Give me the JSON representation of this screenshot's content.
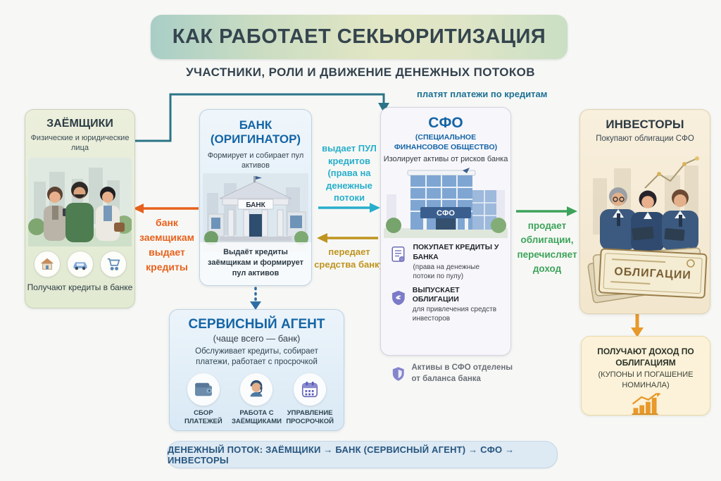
{
  "header": {
    "title": "КАК РАБОТАЕТ СЕКЬЮРИТИЗАЦИЯ",
    "subtitle": "УЧАСТНИКИ, РОЛИ И ДВИЖЕНИЕ ДЕНЕЖНЫХ ПОТОКОВ"
  },
  "borrowers": {
    "title": "ЗАЁМЩИКИ",
    "subtitle": "Физические и юридические лица",
    "caption": "Получают кредиты в банке"
  },
  "bank": {
    "title": "БАНК",
    "title2": "(ОРИГИНАТОР)",
    "subtitle": "Формирует и собирает пул активов",
    "building_sign": "БАНК",
    "caption": "Выдаёт кредиты заёмщикам и формирует пул активов"
  },
  "sfo": {
    "title": "СФО",
    "title2": "(СПЕЦИАЛЬНОЕ ФИНАНСОВОЕ ОБЩЕСТВО)",
    "subtitle": "Изолирует активы от рисков банка",
    "building_sign": "СФО",
    "bullets": [
      {
        "title": "ПОКУПАЕТ КРЕДИТЫ У БАНКА",
        "desc": "(права на денежные потоки по пулу)"
      },
      {
        "title": "ВЫПУСКАЕТ ОБЛИГАЦИИ",
        "desc": "для привлечения средств инвесторов"
      }
    ],
    "note": "Активы в СФО отделены от баланса банка"
  },
  "investors": {
    "title": "ИНВЕСТОРЫ",
    "subtitle": "Покупают облигации СФО",
    "certificate_label": "ОБЛИГАЦИИ"
  },
  "income": {
    "title": "ПОЛУЧАЮТ ДОХОД ПО ОБЛИГАЦИЯМ",
    "subtitle": "(КУПОНЫ И ПОГАШЕНИЕ НОМИНАЛА)"
  },
  "service_agent": {
    "title": "СЕРВИСНЫЙ АГЕНТ",
    "title2": "(чаще всего — банк)",
    "subtitle": "Обслуживает кредиты, собирает платежи, работает с просрочкой",
    "functions": [
      {
        "label": "СБОР ПЛАТЕЖЕЙ"
      },
      {
        "label": "РАБОТА С ЗАЁМЩИКАМИ"
      },
      {
        "label": "УПРАВЛЕНИЕ ПРОСРОЧКОЙ"
      }
    ]
  },
  "flows": {
    "borrowers_to_sfo": "платят платежи по кредитам",
    "bank_to_borrowers": "банк заемщикам выдает кредиты",
    "bank_to_sfo": "выдает ПУЛ кредитов (права на денежные потоки",
    "sfo_to_bank": "передает средства банку",
    "sfo_to_investors": "продает облигации, перечисляет доход"
  },
  "footer": {
    "text": "ДЕНЕЖНЫЙ ПОТОК: ЗАЁМЩИКИ → БАНК (СЕРВИСНЫЙ АГЕНТ) → СФО → ИНВЕСТОРЫ"
  },
  "colors": {
    "flow_payments": "#1d7093",
    "flow_credits": "#e8611c",
    "flow_pool": "#28aecb",
    "flow_funds": "#bf941f",
    "flow_bonds": "#3da35a",
    "flow_income": "#e8992b",
    "accent_blue": "#1465a6"
  }
}
